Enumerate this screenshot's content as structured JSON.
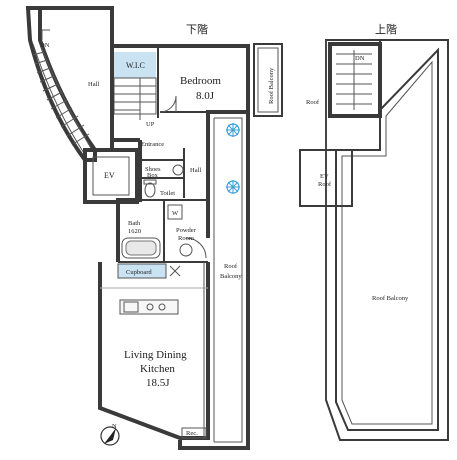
{
  "headings": {
    "lower_floor": "下階",
    "upper_floor": "上階"
  },
  "labels": {
    "wic": "W.I.C",
    "bedroom": "Bedroom",
    "bedroom_size": "8.0J",
    "hall_left": "Hall",
    "hall_mid": "Hall",
    "up": "UP",
    "dn_left": "DN",
    "dn_upper": "DN",
    "entrance": "Entrance",
    "ev": "EV",
    "shoes_line1": "Shoes",
    "shoes_line2": "Box",
    "toilet": "Toilet",
    "bath_line1": "Bath",
    "bath_line2": "1620",
    "w": "W",
    "powder_line1": "Powder",
    "powder_line2": "Room",
    "cupboard": "Cupboard",
    "roof_balcony_lower_line1": "Roof",
    "roof_balcony_lower_line2": "Balcony",
    "roof_balcony_top": "Roof Balcony",
    "living_line1": "Living Dining",
    "living_line2": "Kitchen",
    "living_size": "18.5J",
    "roof_upper": "Roof",
    "ev_roof_line1": "EV",
    "ev_roof_line2": "Roof",
    "roof_balcony_upper": "Roof Balcony",
    "rec": "Rec.",
    "compass_n": "N"
  },
  "colors": {
    "wic_fill": "#c9e3f2",
    "cupboard_fill": "#c9e3f2",
    "wall": "#3a3a3a",
    "ac_unit": "#3aa0d6"
  }
}
